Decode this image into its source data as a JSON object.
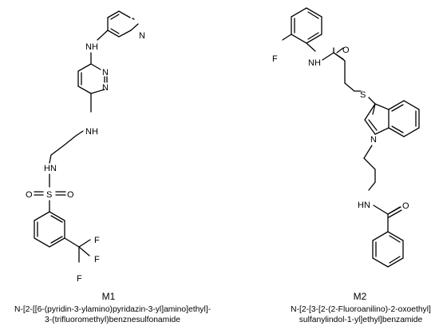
{
  "molecules": [
    {
      "id": "M1",
      "label": "M1",
      "name_line1": "N-[2-[[6-(pyridin-3-ylamino)pyridazin-3-yl]amino]ethyl]-",
      "name_line2": "3-(trifluoromethyl)benznesulfonamide",
      "atom_labels": {
        "pyridine_n": "N",
        "amine_top": "NH",
        "pyridazine_n1": "N",
        "pyridazine_n2": "N",
        "amine_mid": "NH",
        "sulfonamide_nh": "HN",
        "sulfur": "S",
        "oxygen_left": "O",
        "oxygen_right": "O",
        "fluorine_1": "F",
        "fluorine_2": "F",
        "fluorine_3": "F"
      }
    },
    {
      "id": "M2",
      "label": "M2",
      "name_line1": "N-[2-[3-[2-(2-Fluoroanilino)-2-oxoethyl]",
      "name_line2": "sulfanylindol-1-yl]ethyl]benzamide",
      "atom_labels": {
        "fluorine": "F",
        "anilide_nh": "NH",
        "carbonyl_o_top": "O",
        "sulfur": "S",
        "indole_n": "N",
        "amide_nh": "HN",
        "carbonyl_o_bottom": "O"
      }
    }
  ]
}
